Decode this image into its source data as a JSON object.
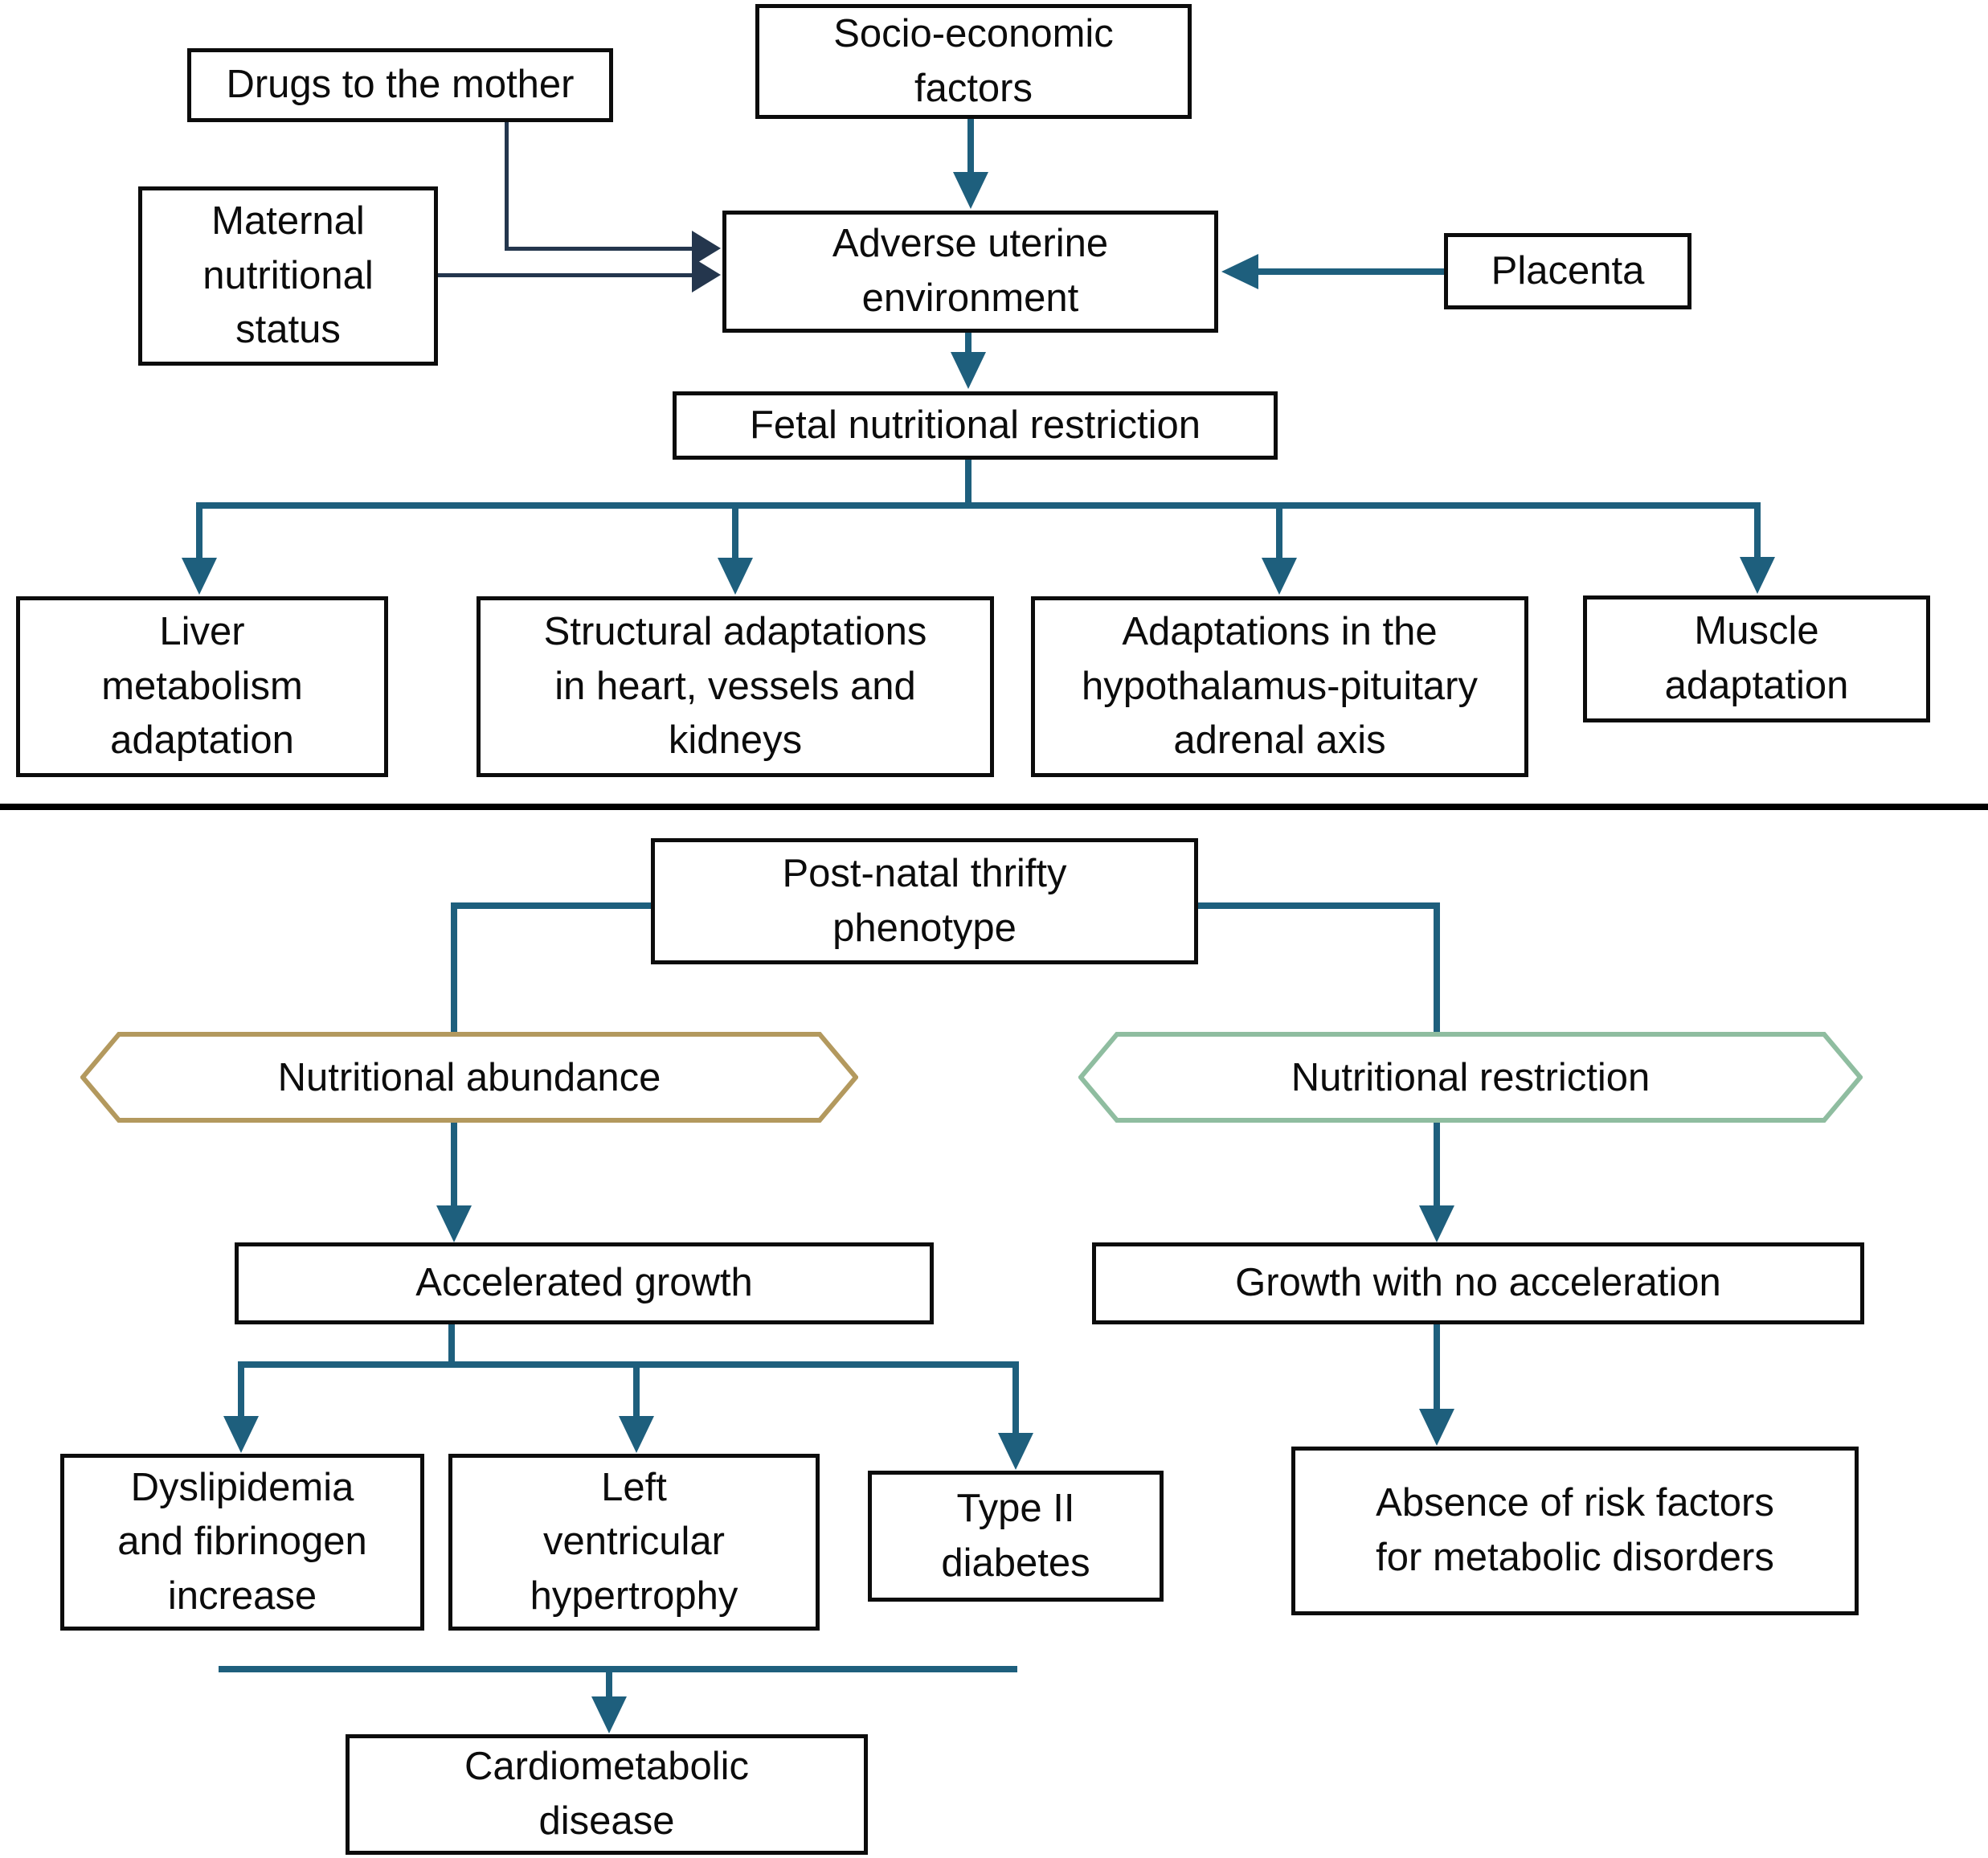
{
  "nodes": {
    "drugs": {
      "label": "Drugs to the mother"
    },
    "socio": {
      "label": "Socio-economic\nfactors"
    },
    "maternal": {
      "label": "Maternal\nnutritional\nstatus"
    },
    "adverse": {
      "label": "Adverse uterine\nenvironment"
    },
    "placenta": {
      "label": "Placenta"
    },
    "fetal": {
      "label": "Fetal nutritional restriction"
    },
    "liver": {
      "label": "Liver\nmetabolism\nadaptation"
    },
    "structural": {
      "label": "Structural adaptations\nin heart, vessels and\nkidneys"
    },
    "hpa": {
      "label": "Adaptations in the\nhypothalamus-pituitary\nadrenal axis"
    },
    "muscle": {
      "label": "Muscle\nadaptation"
    },
    "postnatal": {
      "label": "Post-natal thrifty\nphenotype"
    },
    "abundance": {
      "label": "Nutritional abundance"
    },
    "restriction": {
      "label": "Nutritional restriction"
    },
    "accelerated": {
      "label": "Accelerated growth"
    },
    "no_acceleration": {
      "label": "Growth with no acceleration"
    },
    "dyslipidemia": {
      "label": "Dyslipidemia\nand fibrinogen\nincrease"
    },
    "lvh": {
      "label": "Left\nventricular\nhypertrophy"
    },
    "t2d": {
      "label": "Type II\ndiabetes"
    },
    "absence": {
      "label": "Absence of risk factors\nfor metabolic disorders"
    },
    "cardiometabolic": {
      "label": "Cardiometabolic\ndisease"
    }
  },
  "edges": [
    {
      "from": "Drugs to the mother",
      "to": "Adverse uterine environment"
    },
    {
      "from": "Maternal nutritional status",
      "to": "Adverse uterine environment"
    },
    {
      "from": "Socio-economic factors",
      "to": "Adverse uterine environment"
    },
    {
      "from": "Placenta",
      "to": "Adverse uterine environment"
    },
    {
      "from": "Adverse uterine environment",
      "to": "Fetal nutritional restriction"
    },
    {
      "from": "Fetal nutritional restriction",
      "to": "Liver metabolism adaptation"
    },
    {
      "from": "Fetal nutritional restriction",
      "to": "Structural adaptations in heart, vessels and kidneys"
    },
    {
      "from": "Fetal nutritional restriction",
      "to": "Adaptations in the hypothalamus-pituitary adrenal axis"
    },
    {
      "from": "Fetal nutritional restriction",
      "to": "Muscle adaptation"
    },
    {
      "from": "Post-natal thrifty phenotype",
      "to": "Nutritional abundance"
    },
    {
      "from": "Post-natal thrifty phenotype",
      "to": "Nutritional restriction"
    },
    {
      "from": "Nutritional abundance",
      "to": "Accelerated growth"
    },
    {
      "from": "Nutritional restriction",
      "to": "Growth with no acceleration"
    },
    {
      "from": "Accelerated growth",
      "to": "Dyslipidemia and fibrinogen increase"
    },
    {
      "from": "Accelerated growth",
      "to": "Left ventricular hypertrophy"
    },
    {
      "from": "Accelerated growth",
      "to": "Type II diabetes"
    },
    {
      "from": "Growth with no acceleration",
      "to": "Absence of risk factors for metabolic disorders"
    },
    {
      "from": "Dyslipidemia and fibrinogen increase",
      "to": "Cardiometabolic disease"
    },
    {
      "from": "Left ventricular hypertrophy",
      "to": "Cardiometabolic disease"
    },
    {
      "from": "Type II diabetes",
      "to": "Cardiometabolic disease"
    }
  ],
  "colors": {
    "arrow_teal": "#1e5f7d",
    "arrow_navy": "#24364d",
    "abundance_hexagon_border": "#b3995e",
    "restriction_hexagon_border": "#8fbda0",
    "box_border": "#0c0c0c",
    "divider": "#000000",
    "background": "#ffffff"
  }
}
